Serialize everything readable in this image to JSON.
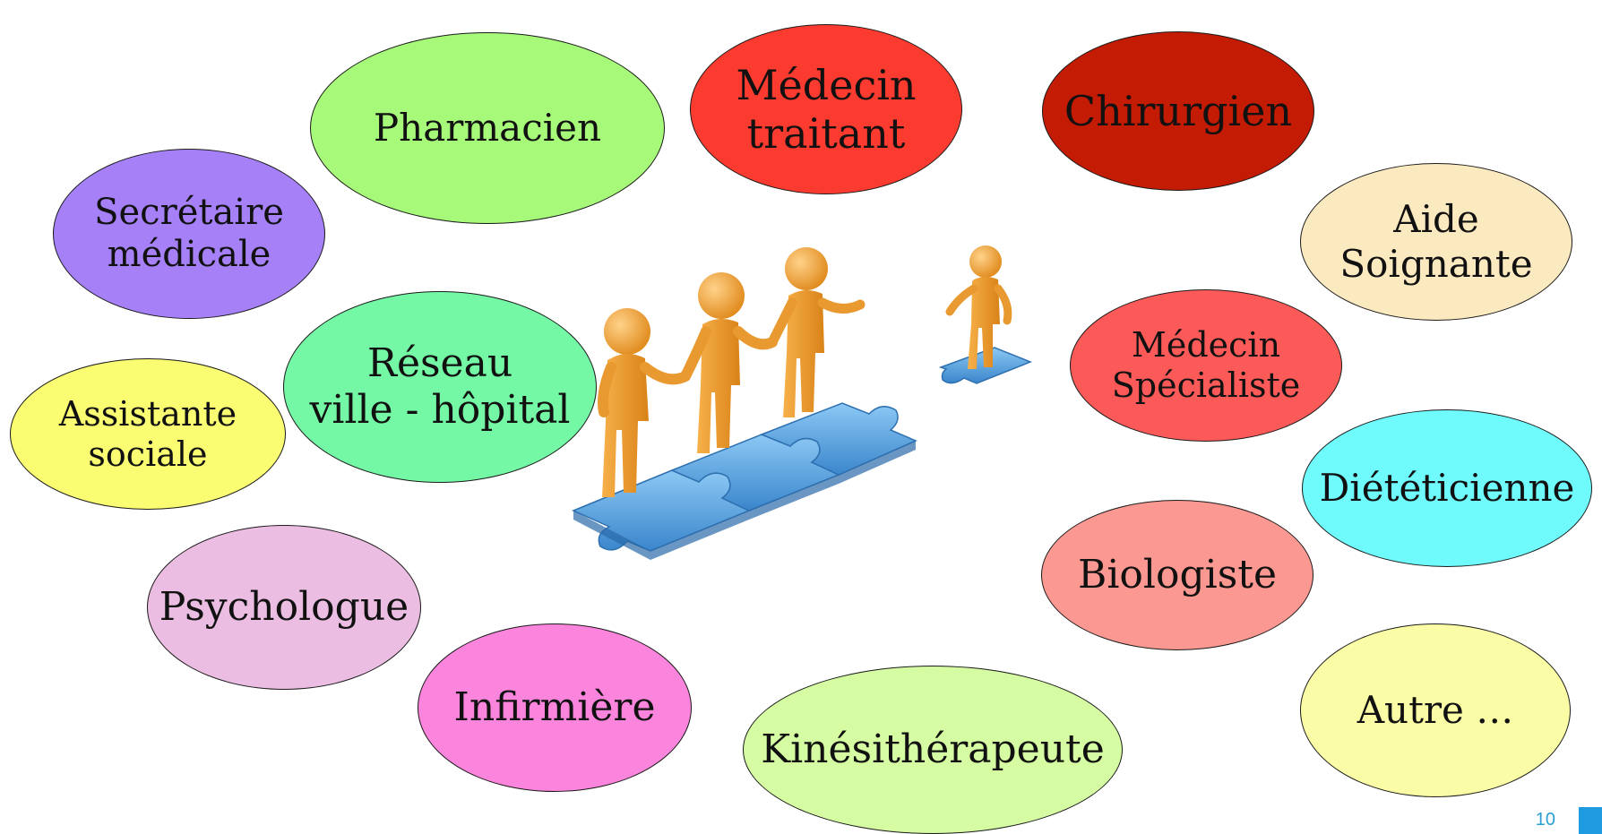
{
  "roles": [
    {
      "id": "pharmacien",
      "label": "Pharmacien",
      "color": "#a6f979"
    },
    {
      "id": "medecin-traitant",
      "label": "Médecin\ntraitant",
      "color": "#fb3b2f"
    },
    {
      "id": "chirurgien",
      "label": "Chirurgien",
      "color": "#c41b05"
    },
    {
      "id": "secretaire-medicale",
      "label": "Secrétaire\nmédicale",
      "color": "#a580f6"
    },
    {
      "id": "aide-soignante",
      "label": "Aide\nSoignante",
      "color": "#fbe9c0"
    },
    {
      "id": "reseau-ville-hopital",
      "label": "Réseau\nville - hôpital",
      "color": "#74f8a5"
    },
    {
      "id": "medecin-specialiste",
      "label": "Médecin\nSpécialiste",
      "color": "#fb5a59"
    },
    {
      "id": "assistante-sociale",
      "label": "Assistante\nsociale",
      "color": "#fafc72"
    },
    {
      "id": "dieteticienne",
      "label": "Diététicienne",
      "color": "#6ffafb"
    },
    {
      "id": "biologiste",
      "label": "Biologiste",
      "color": "#fb9891"
    },
    {
      "id": "psychologue",
      "label": "Psychologue",
      "color": "#ecbde2"
    },
    {
      "id": "infirmiere",
      "label": "Infirmière",
      "color": "#fb85dc"
    },
    {
      "id": "kinesitherapeute",
      "label": "Kinésithérapeute",
      "color": "#d6fca3"
    },
    {
      "id": "autre",
      "label": "Autre …",
      "color": "#fbfca6"
    }
  ],
  "page_number": "10",
  "colors": {
    "figure": "#f0a030",
    "puzzle": "#5aa8e6",
    "accent": "#1e9be0"
  }
}
